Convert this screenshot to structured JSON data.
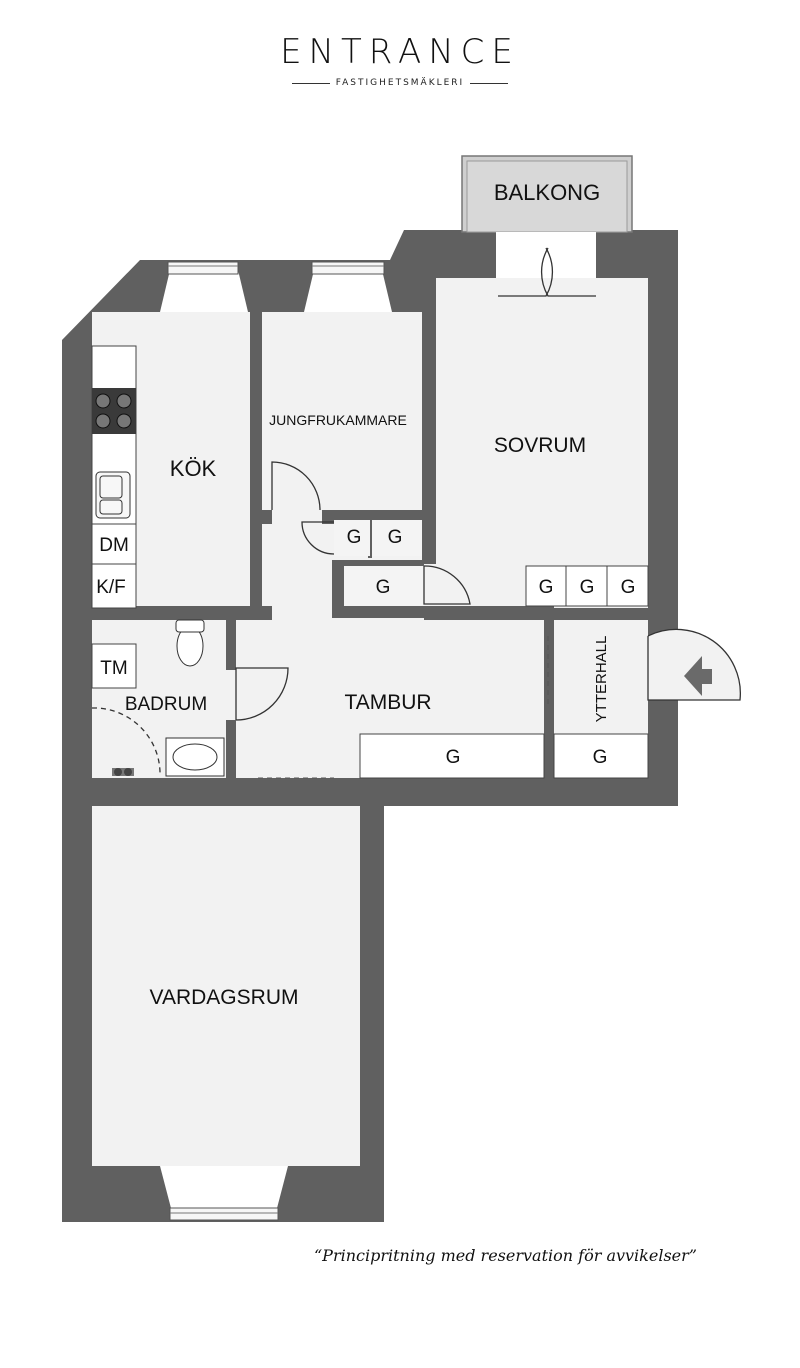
{
  "header": {
    "brand": "ENTRANCE",
    "tagline": "FASTIGHETSMÄKLERI"
  },
  "rooms": {
    "balcony": "BALKONG",
    "kitchen": "KÖK",
    "maid_room": "JUNGFRUKAMMARE",
    "bedroom": "SOVRUM",
    "hall": "TAMBUR",
    "outer_hall": "YTTERHALL",
    "bathroom": "BADRUM",
    "living_room": "VARDAGSRUM"
  },
  "fixtures": {
    "dishwasher": "DM",
    "fridge_freezer": "K/F",
    "washing_machine": "TM",
    "wardrobe": "G"
  },
  "footer": {
    "disclaimer": "“Principritning med reservation för avvikelser”"
  },
  "colors": {
    "wall": "#606060",
    "floor": "#f2f2f2",
    "balcony": "#d4d4d4"
  }
}
